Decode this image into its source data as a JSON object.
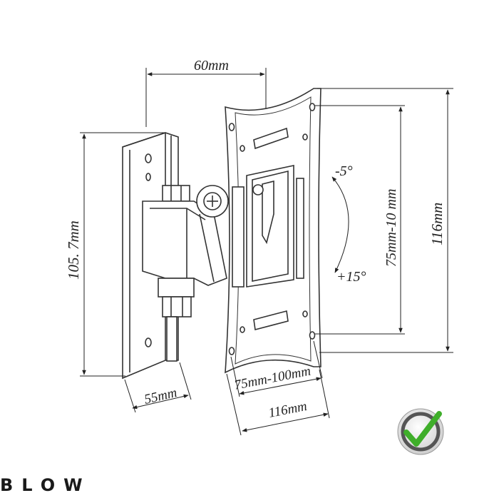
{
  "brand": "BLOW",
  "dimensions": {
    "depth": "60mm",
    "bracket_height": "105. 7mm",
    "plate_height": "116mm",
    "vesa_vertical": "75mm-10 mm",
    "wall_plate_width": "55mm",
    "vesa_horizontal": "75mm-100mm",
    "plate_width": "116mm",
    "tilt_up": "-5°",
    "tilt_down": "+15°"
  },
  "colors": {
    "line": "#333333",
    "check_green": "#3fae2a",
    "brand": "#1a1a1a"
  },
  "icons": [
    "checkmark-icon"
  ]
}
